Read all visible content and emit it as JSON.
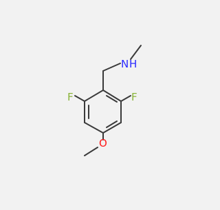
{
  "molecule": {
    "atoms": {
      "nitrogen": "N",
      "hydrogen": "H",
      "fluorine_left": "F",
      "fluorine_right": "F",
      "oxygen": "O"
    },
    "colors": {
      "background": "#f2f2f2",
      "bond": "#3a3a3a",
      "nitrogen": "#2a2aff",
      "fluorine": "#8ab43a",
      "oxygen": "#ff1a1a"
    }
  }
}
